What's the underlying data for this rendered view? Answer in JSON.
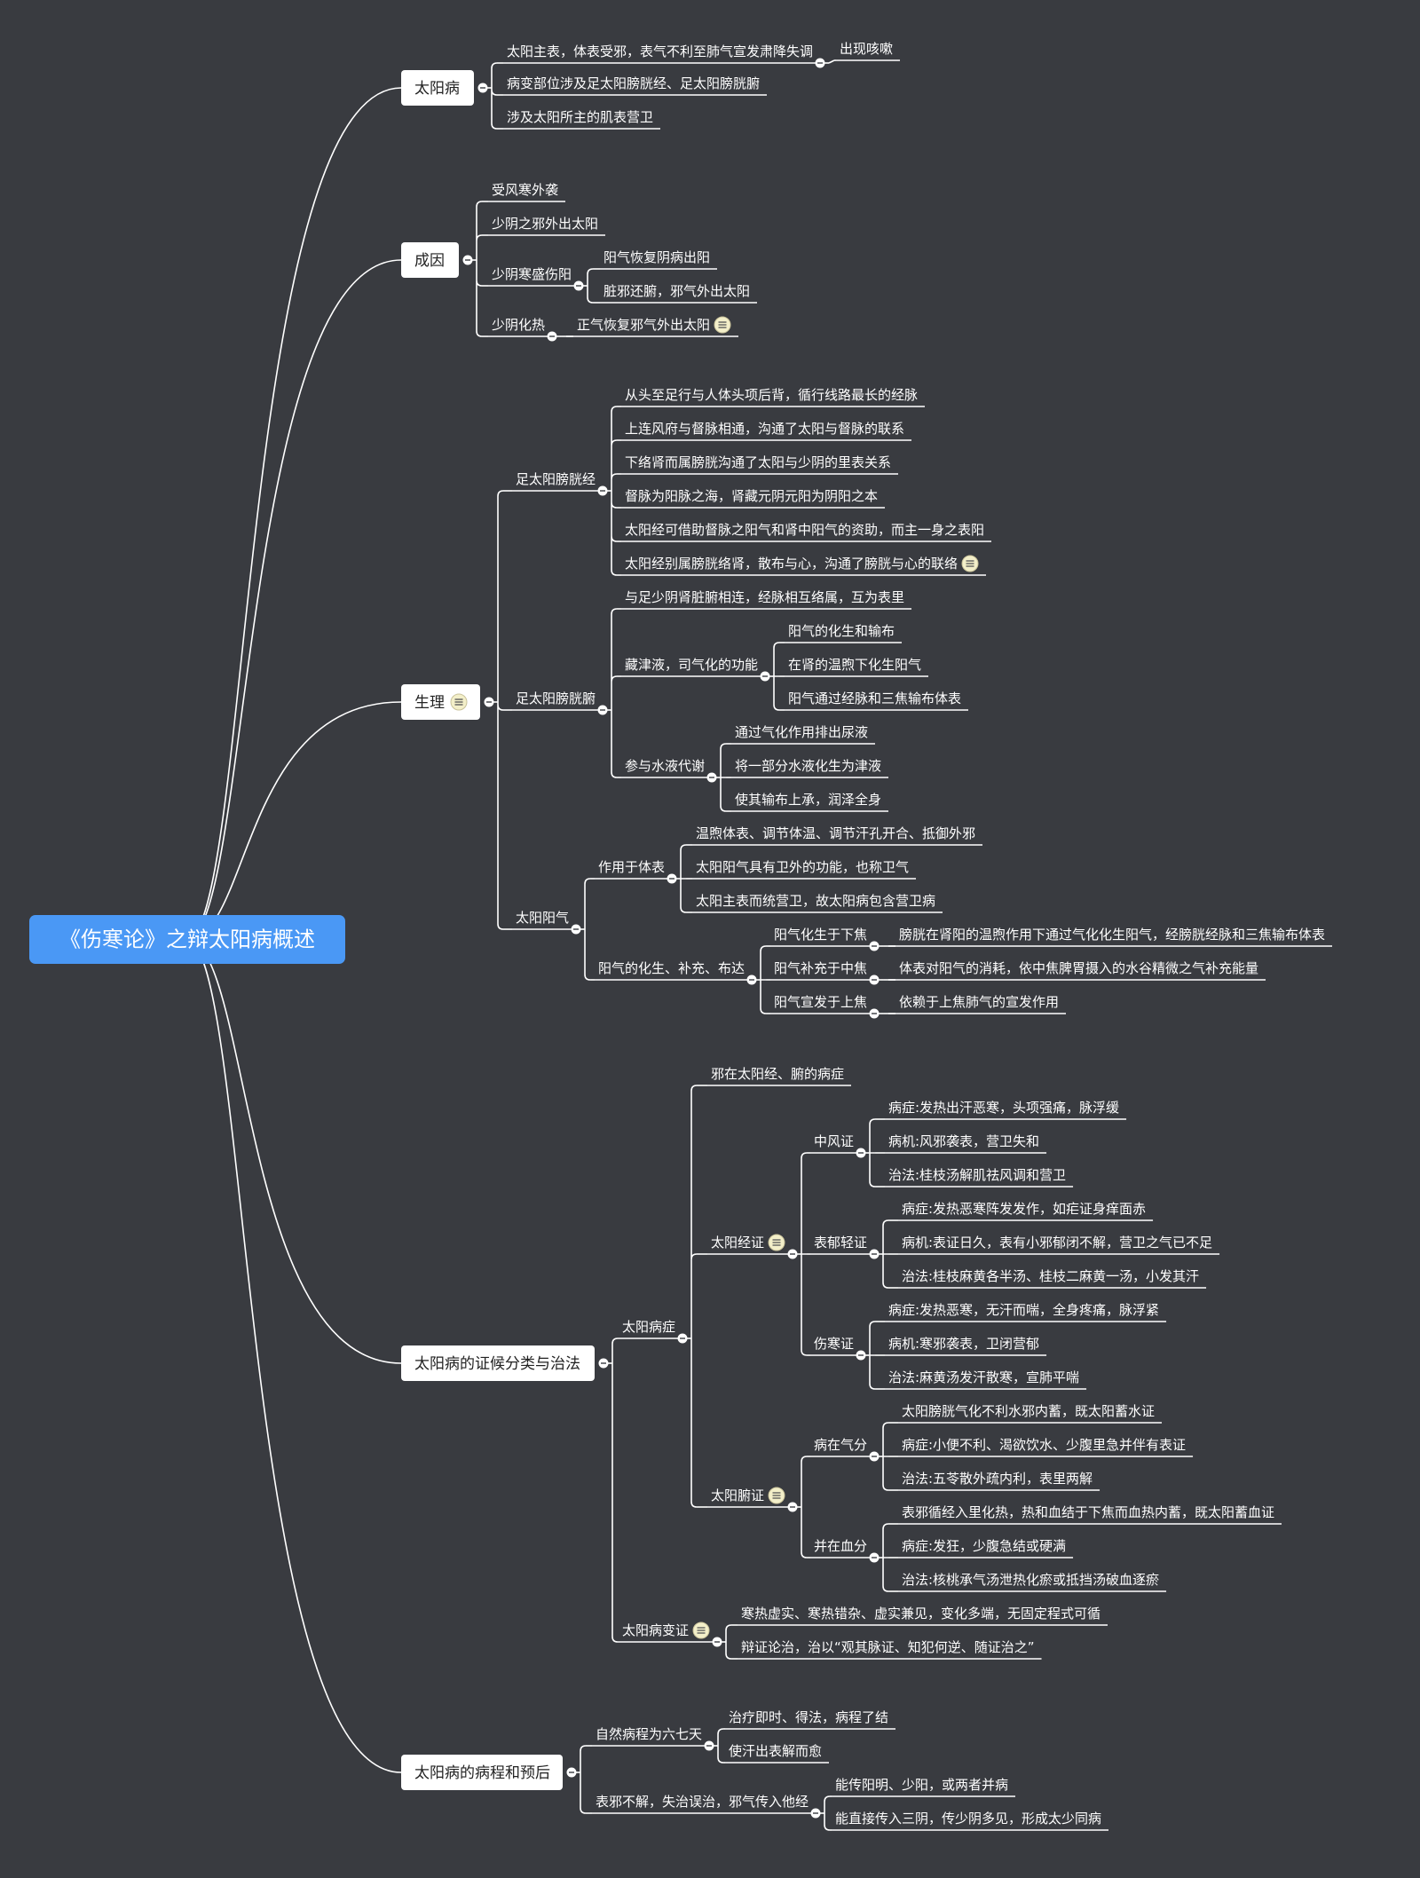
{
  "root": "《伤寒论》之辩太阳病概述",
  "branches": [
    {
      "label": "太阳病",
      "children": [
        {
          "label": "太阳主表，体表受邪，表气不利至肺气宣发肃降失调",
          "children": [
            {
              "label": "出现咳嗽"
            }
          ]
        },
        {
          "label": "病变部位涉及足太阳膀胱经、足太阳膀胱腑"
        },
        {
          "label": "涉及太阳所主的肌表营卫"
        }
      ]
    },
    {
      "label": "成因",
      "children": [
        {
          "label": "受风寒外袭"
        },
        {
          "label": "少阴之邪外出太阳"
        },
        {
          "label": "少阴寒盛伤阳",
          "children": [
            {
              "label": "阳气恢复阴病出阳"
            },
            {
              "label": "脏邪还腑，邪气外出太阳"
            }
          ]
        },
        {
          "label": "少阴化热",
          "children": [
            {
              "label": "正气恢复邪气外出太阳",
              "note": true
            }
          ]
        }
      ]
    },
    {
      "label": "生理",
      "note": true,
      "children": [
        {
          "label": "足太阳膀胱经",
          "children": [
            {
              "label": "从头至足行与人体头项后背，循行线路最长的经脉"
            },
            {
              "label": "上连风府与督脉相通，沟通了太阳与督脉的联系"
            },
            {
              "label": "下络肾而属膀胱沟通了太阳与少阴的里表关系"
            },
            {
              "label": "督脉为阳脉之海，肾藏元阴元阳为阴阳之本"
            },
            {
              "label": "太阳经可借助督脉之阳气和肾中阳气的资助，而主一身之表阳"
            },
            {
              "label": "太阳经别属膀胱络肾，散布与心，沟通了膀胱与心的联络",
              "note": true
            }
          ]
        },
        {
          "label": "足太阳膀胱腑",
          "children": [
            {
              "label": "与足少阴肾脏腑相连，经脉相互络属，互为表里"
            },
            {
              "label": "藏津液，司气化的功能",
              "children": [
                {
                  "label": "阳气的化生和输布"
                },
                {
                  "label": "在肾的温煦下化生阳气"
                },
                {
                  "label": "阳气通过经脉和三焦输布体表"
                }
              ]
            },
            {
              "label": "参与水液代谢",
              "children": [
                {
                  "label": "通过气化作用排出尿液"
                },
                {
                  "label": "将一部分水液化生为津液"
                },
                {
                  "label": "使其输布上承，润泽全身"
                }
              ]
            }
          ]
        },
        {
          "label": "太阳阳气",
          "children": [
            {
              "label": "作用于体表",
              "children": [
                {
                  "label": "温煦体表、调节体温、调节汗孔开合、抵御外邪"
                },
                {
                  "label": "太阳阳气具有卫外的功能，也称卫气"
                },
                {
                  "label": "太阳主表而统营卫，故太阳病包含营卫病"
                }
              ]
            },
            {
              "label": "阳气的化生、补充、布达",
              "children": [
                {
                  "label": "阳气化生于下焦",
                  "children": [
                    {
                      "label": "膀胱在肾阳的温煦作用下通过气化化生阳气，经膀胱经脉和三焦输布体表"
                    }
                  ]
                },
                {
                  "label": "阳气补充于中焦",
                  "children": [
                    {
                      "label": "体表对阳气的消耗，依中焦脾胃摄入的水谷精微之气补充能量"
                    }
                  ]
                },
                {
                  "label": "阳气宣发于上焦",
                  "children": [
                    {
                      "label": "依赖于上焦肺气的宣发作用"
                    }
                  ]
                }
              ]
            }
          ]
        }
      ]
    },
    {
      "label": "太阳病的证候分类与治法",
      "children": [
        {
          "label": "太阳病症",
          "children": [
            {
              "label": "邪在太阳经、腑的病症"
            },
            {
              "label": "太阳经证",
              "note": true,
              "children": [
                {
                  "label": "中风证",
                  "children": [
                    {
                      "label": "病症:发热出汗恶寒，头项强痛，脉浮缓"
                    },
                    {
                      "label": "病机:风邪袭表，营卫失和"
                    },
                    {
                      "label": "治法:桂枝汤解肌祛风调和营卫"
                    }
                  ]
                },
                {
                  "label": "表郁轻证",
                  "children": [
                    {
                      "label": "病症:发热恶寒阵发发作，如疟证身痒面赤"
                    },
                    {
                      "label": "病机:表证日久，表有小邪郁闭不解，营卫之气已不足"
                    },
                    {
                      "label": "治法:桂枝麻黄各半汤、桂枝二麻黄一汤，小发其汗"
                    }
                  ]
                },
                {
                  "label": "伤寒证",
                  "children": [
                    {
                      "label": "病症:发热恶寒，无汗而喘，全身疼痛，脉浮紧"
                    },
                    {
                      "label": "病机:寒邪袭表，卫闭营郁"
                    },
                    {
                      "label": "治法:麻黄汤发汗散寒，宣肺平喘"
                    }
                  ]
                }
              ]
            },
            {
              "label": "太阳腑证",
              "note": true,
              "children": [
                {
                  "label": "病在气分",
                  "children": [
                    {
                      "label": "太阳膀胱气化不利水邪内蓄，既太阳蓄水证"
                    },
                    {
                      "label": "病症:小便不利、渴欲饮水、少腹里急并伴有表证"
                    },
                    {
                      "label": "治法:五苓散外疏内利，表里两解"
                    }
                  ]
                },
                {
                  "label": "并在血分",
                  "children": [
                    {
                      "label": "表邪循经入里化热，热和血结于下焦而血热内蓄，既太阳蓄血证"
                    },
                    {
                      "label": "病症:发狂，少腹急结或硬满"
                    },
                    {
                      "label": "治法:核桃承气汤泄热化瘀或抵挡汤破血逐瘀"
                    }
                  ]
                }
              ]
            }
          ]
        },
        {
          "label": "太阳病变证",
          "note": true,
          "children": [
            {
              "label": "寒热虚实、寒热错杂、虚实兼见，变化多端，无固定程式可循"
            },
            {
              "label": "辩证论治，治以“观其脉证、知犯何逆、随证治之”"
            }
          ]
        }
      ]
    },
    {
      "label": "太阳病的病程和预后",
      "children": [
        {
          "label": "自然病程为六七天",
          "children": [
            {
              "label": "治疗即时、得法，病程了结"
            },
            {
              "label": "使汗出表解而愈"
            }
          ]
        },
        {
          "label": "表邪不解，失治误治，邪气传入他经",
          "children": [
            {
              "label": "能传阳明、少阳，或两者并病"
            },
            {
              "label": "能直接传入三阴，传少阴多见，形成太少同病"
            }
          ]
        }
      ]
    }
  ]
}
